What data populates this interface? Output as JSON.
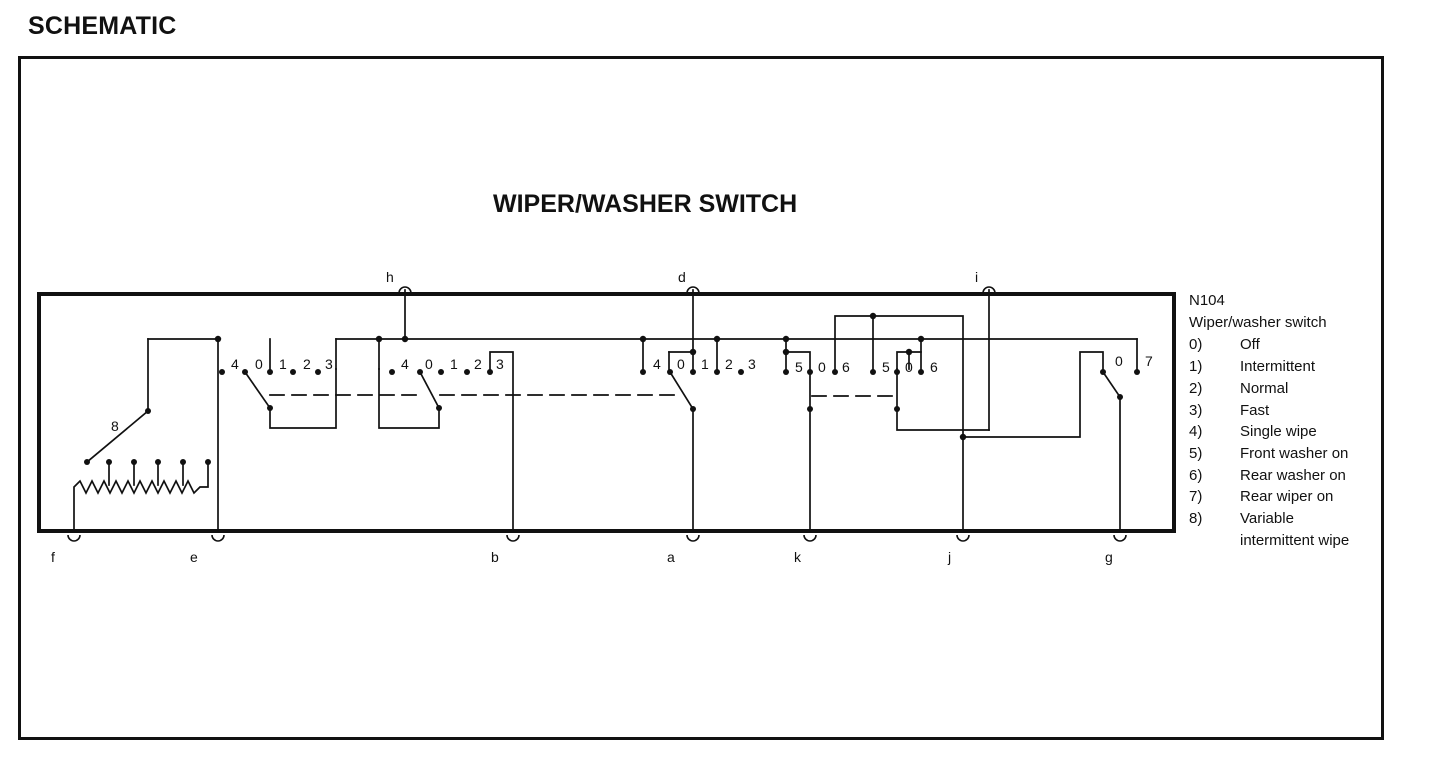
{
  "heading": "SCHEMATIC",
  "diagram_title": "WIPER/WASHER SWITCH",
  "component": {
    "ref": "N104",
    "name": "Wiper/washer switch"
  },
  "positions": [
    {
      "code": "0)",
      "desc": "Off"
    },
    {
      "code": "1)",
      "desc": "Intermittent"
    },
    {
      "code": "2)",
      "desc": "Normal"
    },
    {
      "code": "3)",
      "desc": "Fast"
    },
    {
      "code": "4)",
      "desc": "Single wipe"
    },
    {
      "code": "5)",
      "desc": "Front washer on"
    },
    {
      "code": "6)",
      "desc": "Rear washer on"
    },
    {
      "code": "7)",
      "desc": "Rear wiper on"
    },
    {
      "code": "8)",
      "desc": "Variable intermittent wipe"
    }
  ],
  "terminals": {
    "top": [
      "h",
      "d",
      "i"
    ],
    "bottom": [
      "f",
      "e",
      "b",
      "a",
      "k",
      "j",
      "g"
    ]
  },
  "contact_labels": {
    "group1": [
      "4",
      "0",
      "1",
      "2",
      "3"
    ],
    "group2": [
      "4",
      "0",
      "1",
      "2",
      "3"
    ],
    "group3": [
      "4",
      "0",
      "1",
      "2",
      "3"
    ],
    "group4": [
      "5",
      "0",
      "6"
    ],
    "group5": [
      "5",
      "0",
      "6"
    ],
    "group6": [
      "0",
      "7"
    ],
    "rheostat": "8"
  },
  "colors": {
    "line": "#111111",
    "background": "#ffffff"
  }
}
